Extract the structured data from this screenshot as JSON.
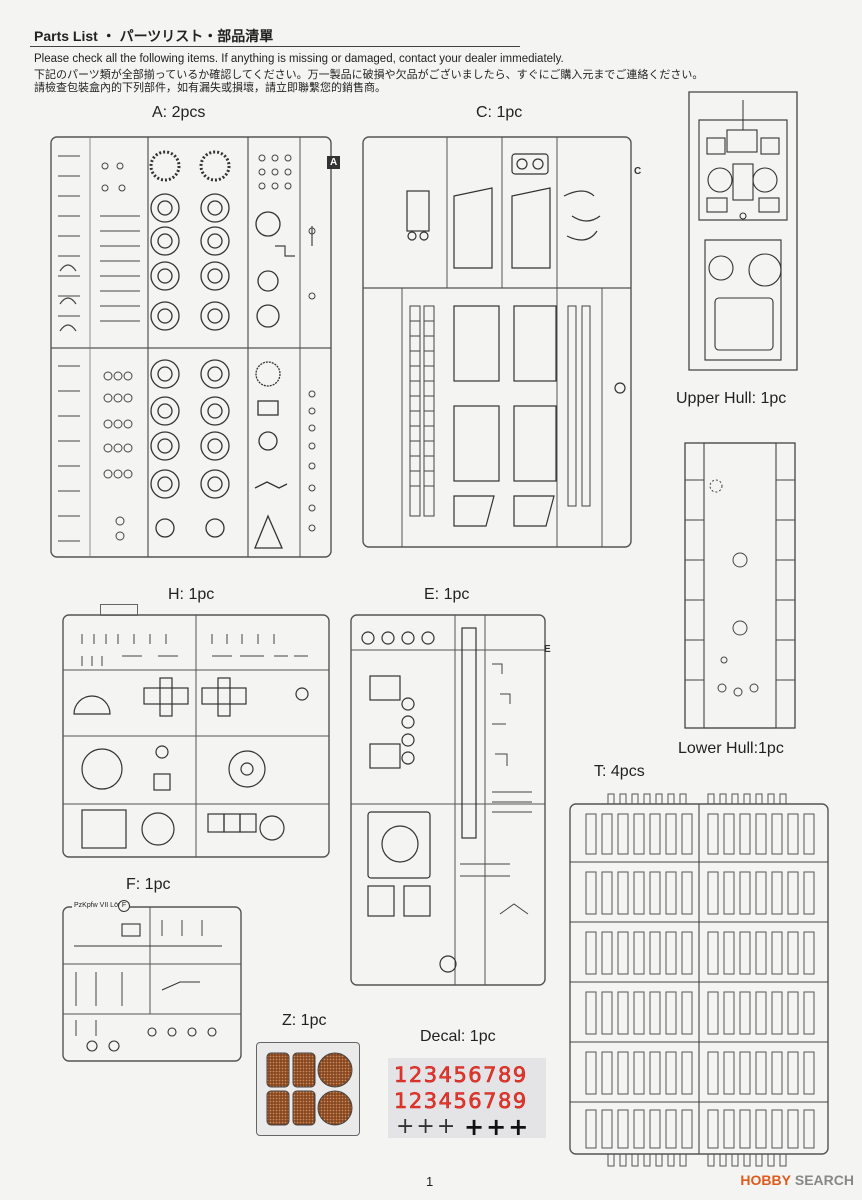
{
  "header": {
    "title": "Parts List ・ パーツリスト・部品清單",
    "line_en": "Please check all the following items. If anything is missing or damaged, contact your dealer immediately.",
    "line_jp": "下記のパーツ類が全部揃っているか確認してください。万一製品に破損や欠品がございましたら、すぐにご購入元までご連絡ください。",
    "line_cn": "請檢查包裝盒內的下列部件，如有漏失或損壞，請立即聯繫您的銷售商。"
  },
  "labels": {
    "a": "A: 2pcs",
    "c": "C: 1pc",
    "upper_hull": "Upper Hull: 1pc",
    "lower_hull": "Lower Hull:1pc",
    "h": "H: 1pc",
    "e": "E: 1pc",
    "t": "T: 4pcs",
    "f": "F: 1pc",
    "z": "Z: 1pc",
    "decal": "Decal: 1pc"
  },
  "sprue_tags": {
    "a": "A",
    "c": "C",
    "e": "E",
    "f_name": "PzKpfw VII Löwe",
    "f_tag": "F"
  },
  "decal": {
    "row1": "123456789",
    "row2": "123456789",
    "crosses_outline": "+++",
    "crosses_solid": "+++"
  },
  "footer": {
    "page": "1",
    "watermark_prefix": "HOBBY",
    "watermark_suffix": "SEARCH"
  },
  "colors": {
    "ink": "#222222",
    "decal_red": "#e23b2a",
    "sprue": "#666666",
    "mesh": "#b5521e"
  }
}
